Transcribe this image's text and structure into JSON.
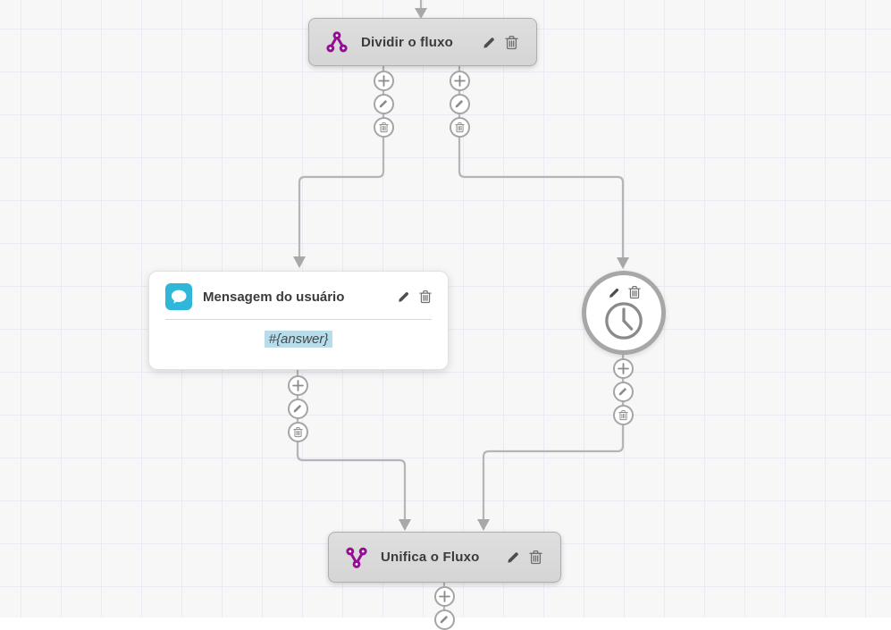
{
  "canvas": {
    "background_color": "#f7f7f8",
    "grid_color": "#e9ebf2",
    "edge_color": "#b5b5b5",
    "arrow_color": "#a8a8a8"
  },
  "palette": {
    "accent_purple": "#950d95",
    "accent_teal": "#2fb7da",
    "variable_highlight": "#b7dcea",
    "node_gray": "#d9d9d9",
    "title_text": "#3b3b3b"
  },
  "nodes": {
    "split": {
      "title": "Dividir o fluxo",
      "icon": "split-flow-icon"
    },
    "user_message": {
      "title": "Mensagem do usuário",
      "icon": "chat-bubble-icon",
      "body_variable": "#{answer}"
    },
    "timer": {
      "icon": "clock-icon"
    },
    "merge": {
      "title": "Unifica o Fluxo",
      "icon": "merge-flow-icon"
    }
  },
  "node_actions": {
    "edit": "pencil-icon",
    "delete": "trash-icon"
  },
  "port_buttons": [
    "plus-icon",
    "pencil-icon",
    "trash-icon"
  ]
}
